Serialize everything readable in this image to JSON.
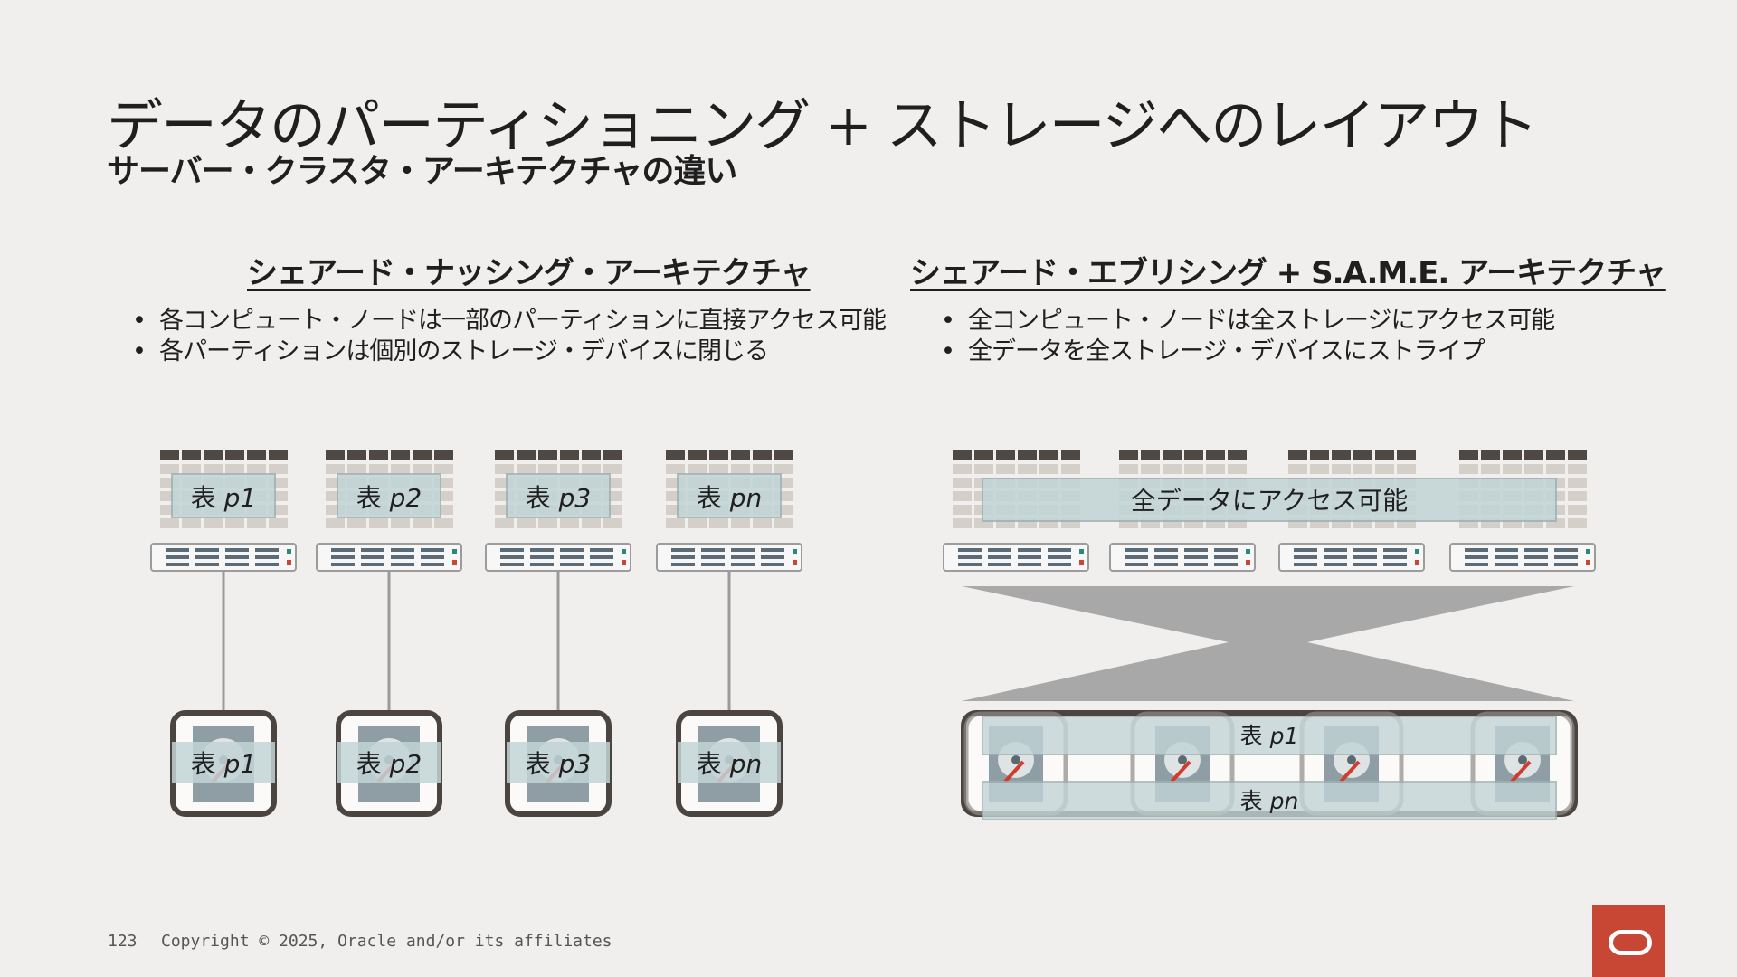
{
  "slide": {
    "title": "データのパーティショニング + ストレージへのレイアウト",
    "subtitle": "サーバー・クラスタ・アーキテクチャの違い"
  },
  "left": {
    "heading": "シェアード・ナッシング・アーキテクチャ",
    "bullets": [
      "各コンピュート・ノードは一部のパーティションに直接アクセス可能",
      "各パーティションは個別のストレージ・デバイスに閉じる"
    ],
    "nodes": [
      {
        "table": "表",
        "part": "p1"
      },
      {
        "table": "表",
        "part": "p2"
      },
      {
        "table": "表",
        "part": "p3"
      },
      {
        "table": "表",
        "part": "pn"
      }
    ]
  },
  "right": {
    "heading": "シェアード・エブリシング + S.A.M.E. アーキテクチャ",
    "bullets": [
      "全コンピュート・ノードは全ストレージにアクセス可能",
      "全データを全ストレージ・デバイスにストライプ"
    ],
    "access_label": "全データにアクセス可能",
    "stripes": [
      {
        "table": "表",
        "part": "p1"
      },
      {
        "table": "表",
        "part": "pn"
      }
    ]
  },
  "footer": {
    "page_number": "123",
    "copyright": "Copyright © 2025, Oracle and/or its affiliates"
  },
  "colors": {
    "brand": "#c74634",
    "overlay": "#c2d4d6",
    "funnel": "#a8a8a8",
    "disk_frame": "#4a4540"
  },
  "icons": [
    "server-icon",
    "disk-icon",
    "oracle-logo-icon"
  ]
}
